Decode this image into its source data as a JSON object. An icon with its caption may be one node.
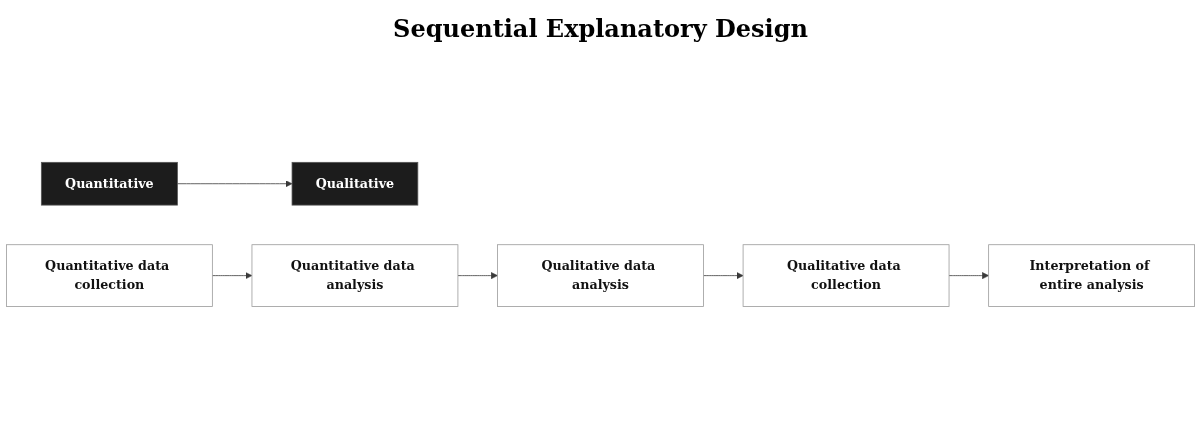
{
  "diagram": {
    "title": "Sequential Explanatory Design",
    "nodes": [
      {
        "text": [
          "Quantitative"
        ]
      },
      {
        "text": [
          "Qualitative"
        ]
      },
      {
        "text": [
          "Quantitative data collection"
        ]
      },
      {
        "text": [
          "Quantitative data analysis"
        ]
      },
      {
        "text": [
          "Qualitative data analysis"
        ]
      },
      {
        "text": [
          "Qualitative data collection"
        ]
      },
      {
        "text": [
          "Interpretation of entire analysis"
        ]
      }
    ],
    "edges": [
      {
        "from": 0,
        "to": 1,
        "arrow": "to"
      },
      {
        "from": 2,
        "to": 3,
        "arrow": "to"
      },
      {
        "from": 3,
        "to": 4,
        "arrow": "to"
      },
      {
        "from": 4,
        "to": 5,
        "arrow": "to"
      },
      {
        "from": 5,
        "to": 6,
        "arrow": "to"
      }
    ]
  }
}
